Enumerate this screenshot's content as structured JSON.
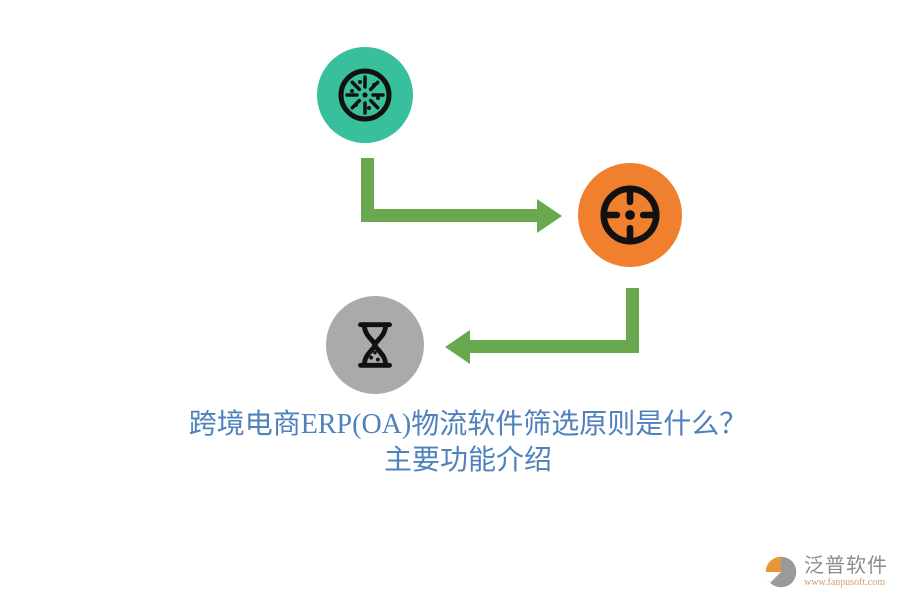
{
  "title": {
    "line1": "跨境电商ERP(OA)物流软件筛选原则是什么？",
    "line2": "主要功能介绍"
  },
  "footer": {
    "brand": "泛普软件",
    "website": "www.fanpusoft.com"
  },
  "icons": {
    "step1": "kiwi-icon",
    "step2": "target-icon",
    "step3": "hourglass-icon",
    "logo": "fanpu-logo-icon"
  },
  "colors": {
    "background": "#ffffff",
    "step1_circle": "#38bf9b",
    "step2_circle": "#f0802e",
    "step3_circle": "#aaaaaa",
    "arrow_green": "#6aa84f",
    "icon_glyph": "#111111",
    "title_text": "#4f81bd",
    "brand_text": "#8c8c8c",
    "website_text": "#cf9e6e",
    "logo_orange": "#e8963c",
    "logo_gray": "#9a9a9a"
  }
}
